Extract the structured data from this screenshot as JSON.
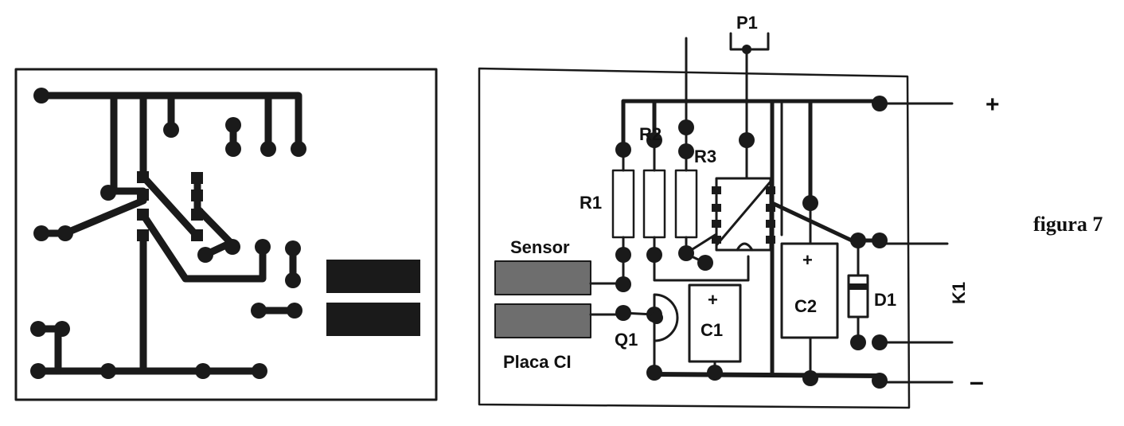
{
  "figure": {
    "caption": "figura 7"
  },
  "pcb": {
    "trace_color": "#1a1a1a"
  },
  "layout": {
    "labels": {
      "p1": "P1",
      "r1": "R1",
      "r2": "R2",
      "r3": "R3",
      "sensor": "Sensor",
      "placa": "Placa CI",
      "q1": "Q1",
      "c1": "C1",
      "c2": "C2",
      "d1": "D1",
      "k1": "K1",
      "plus": "+",
      "minus": "–",
      "c1_plus": "+",
      "c2_plus": "+"
    },
    "colors": {
      "ink": "#1a1a1a",
      "sensor_fill": "#6e6e6e"
    }
  }
}
